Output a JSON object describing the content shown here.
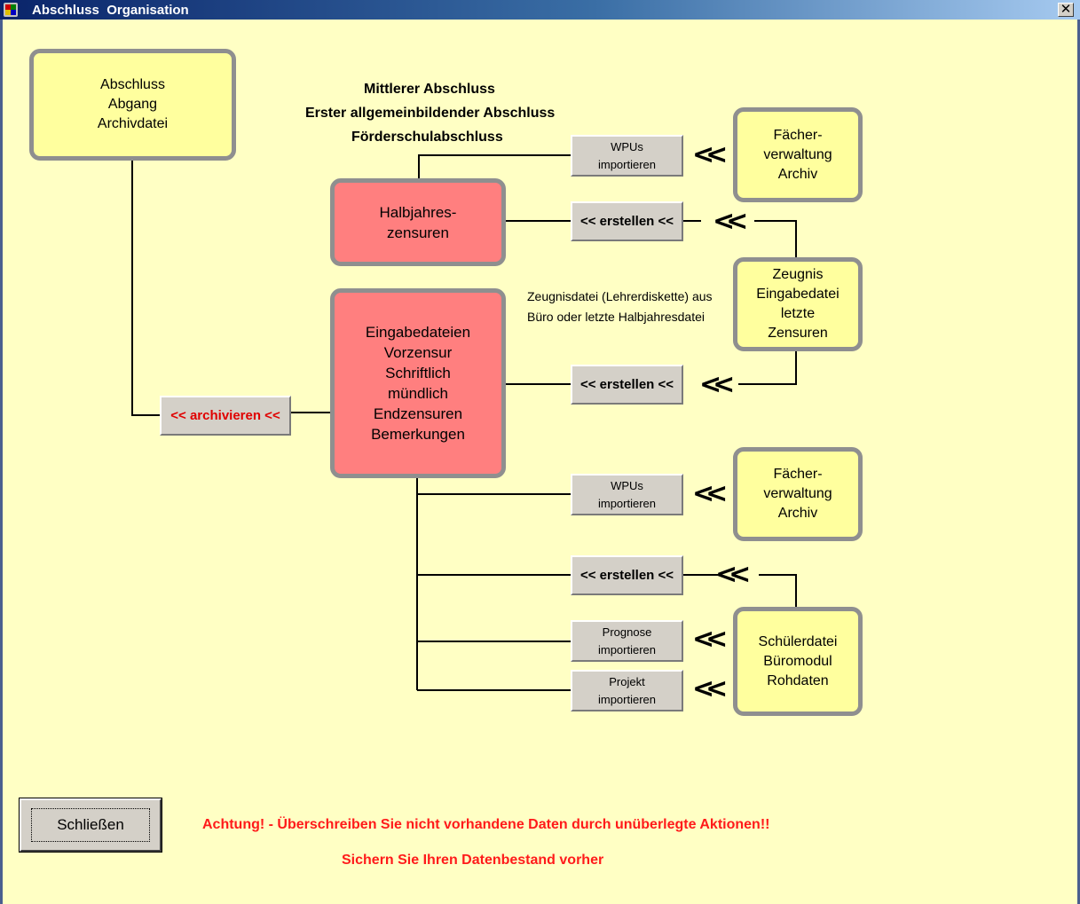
{
  "window": {
    "title": "Abschluss  Organisation",
    "close_glyph": "✕"
  },
  "headings": {
    "line1": "Mittlerer Abschluss",
    "line2": "Erster allgemeinbildender Abschluss",
    "line3": "Förderschulabschluss"
  },
  "boxes": {
    "archive": "Abschluss\nAbgang\nArchivdatei",
    "halbjahr": "Halbjahres-\nzensuren",
    "eingabe": "Eingabedateien\nVorzensur\nSchriftlich\nmündlich\nEndzensuren\nBemerkungen",
    "faecher_top": "Fächer-\nverwaltung\nArchiv",
    "zeugnis": "Zeugnis\nEingabedatei\nletzte\nZensuren",
    "faecher_bottom": "Fächer-\nverwaltung\nArchiv",
    "schueler": "Schülerdatei\nBüromodul\nRohdaten"
  },
  "buttons": {
    "wpus_top": "WPUs\nimportieren",
    "erstellen_1": "<< erstellen <<",
    "erstellen_2": "<< erstellen <<",
    "archivieren": "<< archivieren <<",
    "wpus_bottom": "WPUs\nimportieren",
    "erstellen_3": "<< erstellen <<",
    "prognose": "Prognose\nimportieren",
    "projekt": "Projekt\nimportieren",
    "schliessen": "Schließen"
  },
  "arrow_glyph": "<<",
  "note": {
    "line1": "Zeugnisdatei (Lehrerdiskette) aus",
    "line2": "Büro oder letzte Halbjahresdatei"
  },
  "warnings": {
    "line1": "Achtung! - Überschreiben Sie nicht vorhandene Daten durch unüberlegte Aktionen!!",
    "line2": "Sichern Sie Ihren Datenbestand vorher"
  },
  "colors": {
    "background": "#ffffc4",
    "yellow_box": "#ffff9e",
    "red_box": "#ff7f7f",
    "warning_text": "#ff1a1a"
  }
}
